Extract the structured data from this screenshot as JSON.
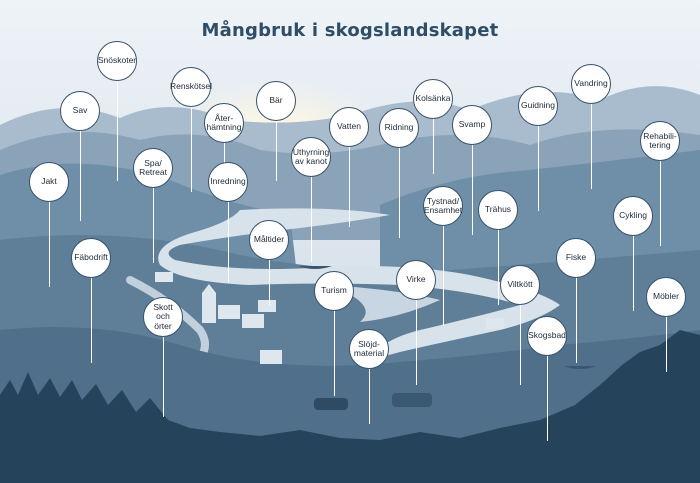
{
  "title": "Mångbruk i skogslandskapet",
  "colors": {
    "sky_top": "#eef3f7",
    "sky_glow": "#fff7e4",
    "far_mountains": "#a9bccd",
    "mid_mountains": "#7f9ab0",
    "near_hills": "#5e7f99",
    "river": "#d7e2ea",
    "valley": "#6d8ca5",
    "forest_dark": "#26435c",
    "title": "#2e4d66"
  },
  "labels": [
    {
      "id": "snoskoter",
      "text": "Snöskoter"
    },
    {
      "id": "sav",
      "text": "Sav"
    },
    {
      "id": "jakt",
      "text": "Jakt"
    },
    {
      "id": "renskotsel",
      "text": "Renskötsel"
    },
    {
      "id": "aterhamtning",
      "text": "Åter-\nhämtning"
    },
    {
      "id": "bar",
      "text": "Bär"
    },
    {
      "id": "spa",
      "text": "Spa/\nRetreat"
    },
    {
      "id": "inredning",
      "text": "Inredning"
    },
    {
      "id": "uthyrning",
      "text": "Uthyrning\nav kanot"
    },
    {
      "id": "vatten",
      "text": "Vatten"
    },
    {
      "id": "ridning",
      "text": "Ridning"
    },
    {
      "id": "kolsanka",
      "text": "Kolsänka"
    },
    {
      "id": "svamp",
      "text": "Svamp"
    },
    {
      "id": "guidning",
      "text": "Guidning"
    },
    {
      "id": "vandring",
      "text": "Vandring"
    },
    {
      "id": "rehabilitering",
      "text": "Rehabili-\ntering"
    },
    {
      "id": "fabodrift",
      "text": "Fäbodrift"
    },
    {
      "id": "maltider",
      "text": "Måltider"
    },
    {
      "id": "tystnad",
      "text": "Tystnad/\nEnsamhet"
    },
    {
      "id": "trahus",
      "text": "Trähus"
    },
    {
      "id": "cykling",
      "text": "Cykling"
    },
    {
      "id": "fiske",
      "text": "Fiske"
    },
    {
      "id": "turism",
      "text": "Turism"
    },
    {
      "id": "virke",
      "text": "Virke"
    },
    {
      "id": "viltkott",
      "text": "Viltkött"
    },
    {
      "id": "mobler",
      "text": "Möbler"
    },
    {
      "id": "skott",
      "text": "Skott\noch\nörter"
    },
    {
      "id": "slojd",
      "text": "Slöjd-\nmaterial"
    },
    {
      "id": "skogsbad",
      "text": "Skogsbad"
    }
  ]
}
